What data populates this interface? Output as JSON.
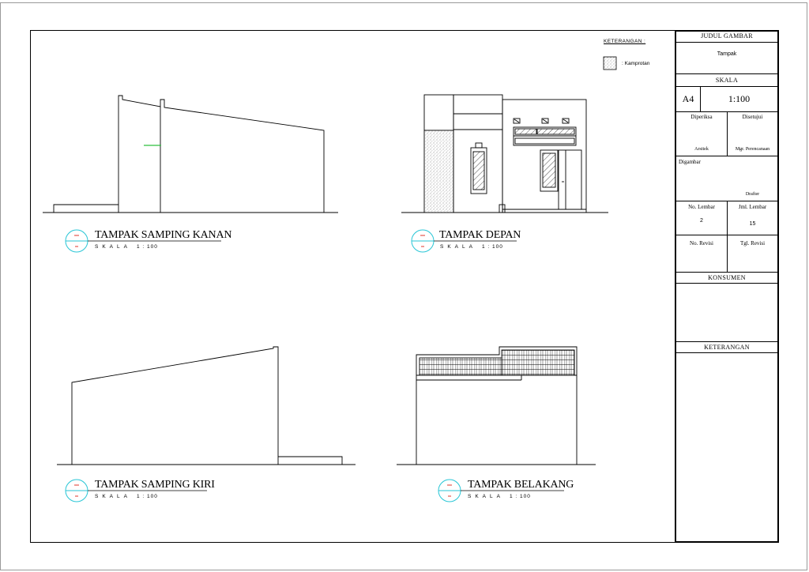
{
  "legend": {
    "title": "KETERANGAN :",
    "items": [
      {
        "label": ": Kamprotan"
      }
    ]
  },
  "views": [
    {
      "title": "TAMPAK SAMPING KANAN",
      "scale_label": "SKALA",
      "scale_value": "1 : 100"
    },
    {
      "title": "TAMPAK DEPAN",
      "scale_label": "SKALA",
      "scale_value": "1 : 100"
    },
    {
      "title": "TAMPAK SAMPING KIRI",
      "scale_label": "SKALA",
      "scale_value": "1 : 100"
    },
    {
      "title": "TAMPAK BELAKANG",
      "scale_label": "SKALA",
      "scale_value": "1 : 100"
    }
  ],
  "title_block": {
    "judul_gambar_label": "JUDUL GAMBAR",
    "judul_gambar_value": "Tampak",
    "skala_label": "SKALA",
    "paper_size": "A4",
    "scale_value": "1:100",
    "diperiksa_label": "Diperiksa",
    "diperiksa_role": "Arsitek",
    "disetujui_label": "Disetujui",
    "disetujui_role": "Mgr. Perencanaan",
    "digambar_label": "Digambar",
    "digambar_role": "Drafter",
    "no_lembar_label": "No. Lembar",
    "no_lembar_value": "2",
    "jml_lembar_label": "Jml. Lembar",
    "jml_lembar_value": "15",
    "no_revisi_label": "No. Revisi",
    "tgl_revisi_label": "Tgl. Revisi",
    "konsumen_label": "KONSUMEN",
    "keterangan_label": "KETERANGAN"
  },
  "colors": {
    "line": "#000000",
    "symbol_cyan": "#29c6d6",
    "symbol_red": "#e0342a",
    "accent_green": "#2fbf3f",
    "sheet_edge": "#9a9a9a"
  }
}
